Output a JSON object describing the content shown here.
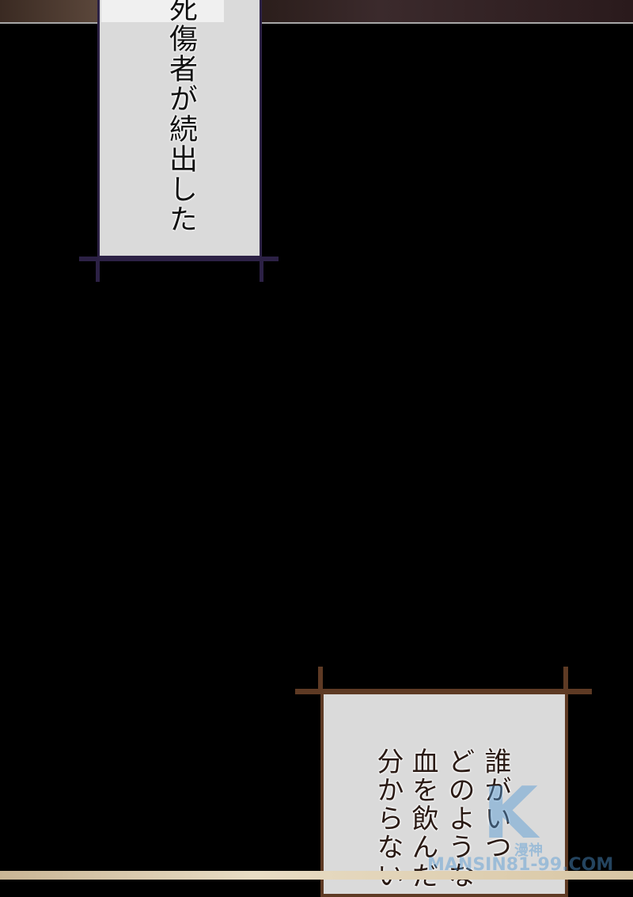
{
  "panel1": {
    "caption": "死傷者が続出した",
    "border_color": "#2c2145"
  },
  "panel2": {
    "lines": [
      "誰がいつ",
      "どのような",
      "血を飲んだ",
      "分からない"
    ],
    "border_color": "#5e3a24"
  },
  "watermark": {
    "logo": "K",
    "name": "漫神",
    "site": "MANSIN81-99.COM"
  }
}
